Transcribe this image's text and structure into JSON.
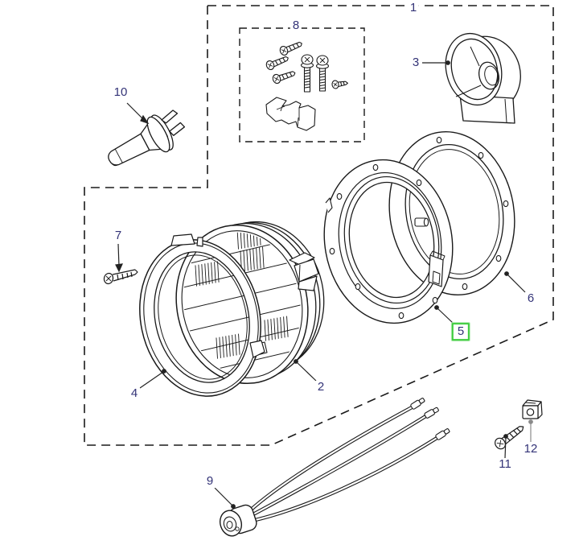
{
  "figure": {
    "type": "exploded-parts-diagram",
    "highlighted_part_label": "5"
  },
  "colors": {
    "background": "#ffffff",
    "line": "#1a1a1a",
    "label_text": "#333377",
    "highlight_box": "#3fcc3f",
    "leader_gray": "#8a8a8a"
  },
  "parts": [
    {
      "label": "1",
      "name": "assembly-boundary"
    },
    {
      "label": "2",
      "name": "headlamp-unit"
    },
    {
      "label": "3",
      "name": "headlamp-bowl"
    },
    {
      "label": "4",
      "name": "headlamp-rim"
    },
    {
      "label": "5",
      "name": "seating-rim-front",
      "highlighted": true
    },
    {
      "label": "6",
      "name": "seating-rim-rear"
    },
    {
      "label": "7",
      "name": "screw"
    },
    {
      "label": "8",
      "name": "fixing-kit"
    },
    {
      "label": "9",
      "name": "wiring-harness-connector"
    },
    {
      "label": "10",
      "name": "halogen-bulb"
    },
    {
      "label": "11",
      "name": "self-tapping-screw"
    },
    {
      "label": "12",
      "name": "captive-nut-clip"
    }
  ]
}
